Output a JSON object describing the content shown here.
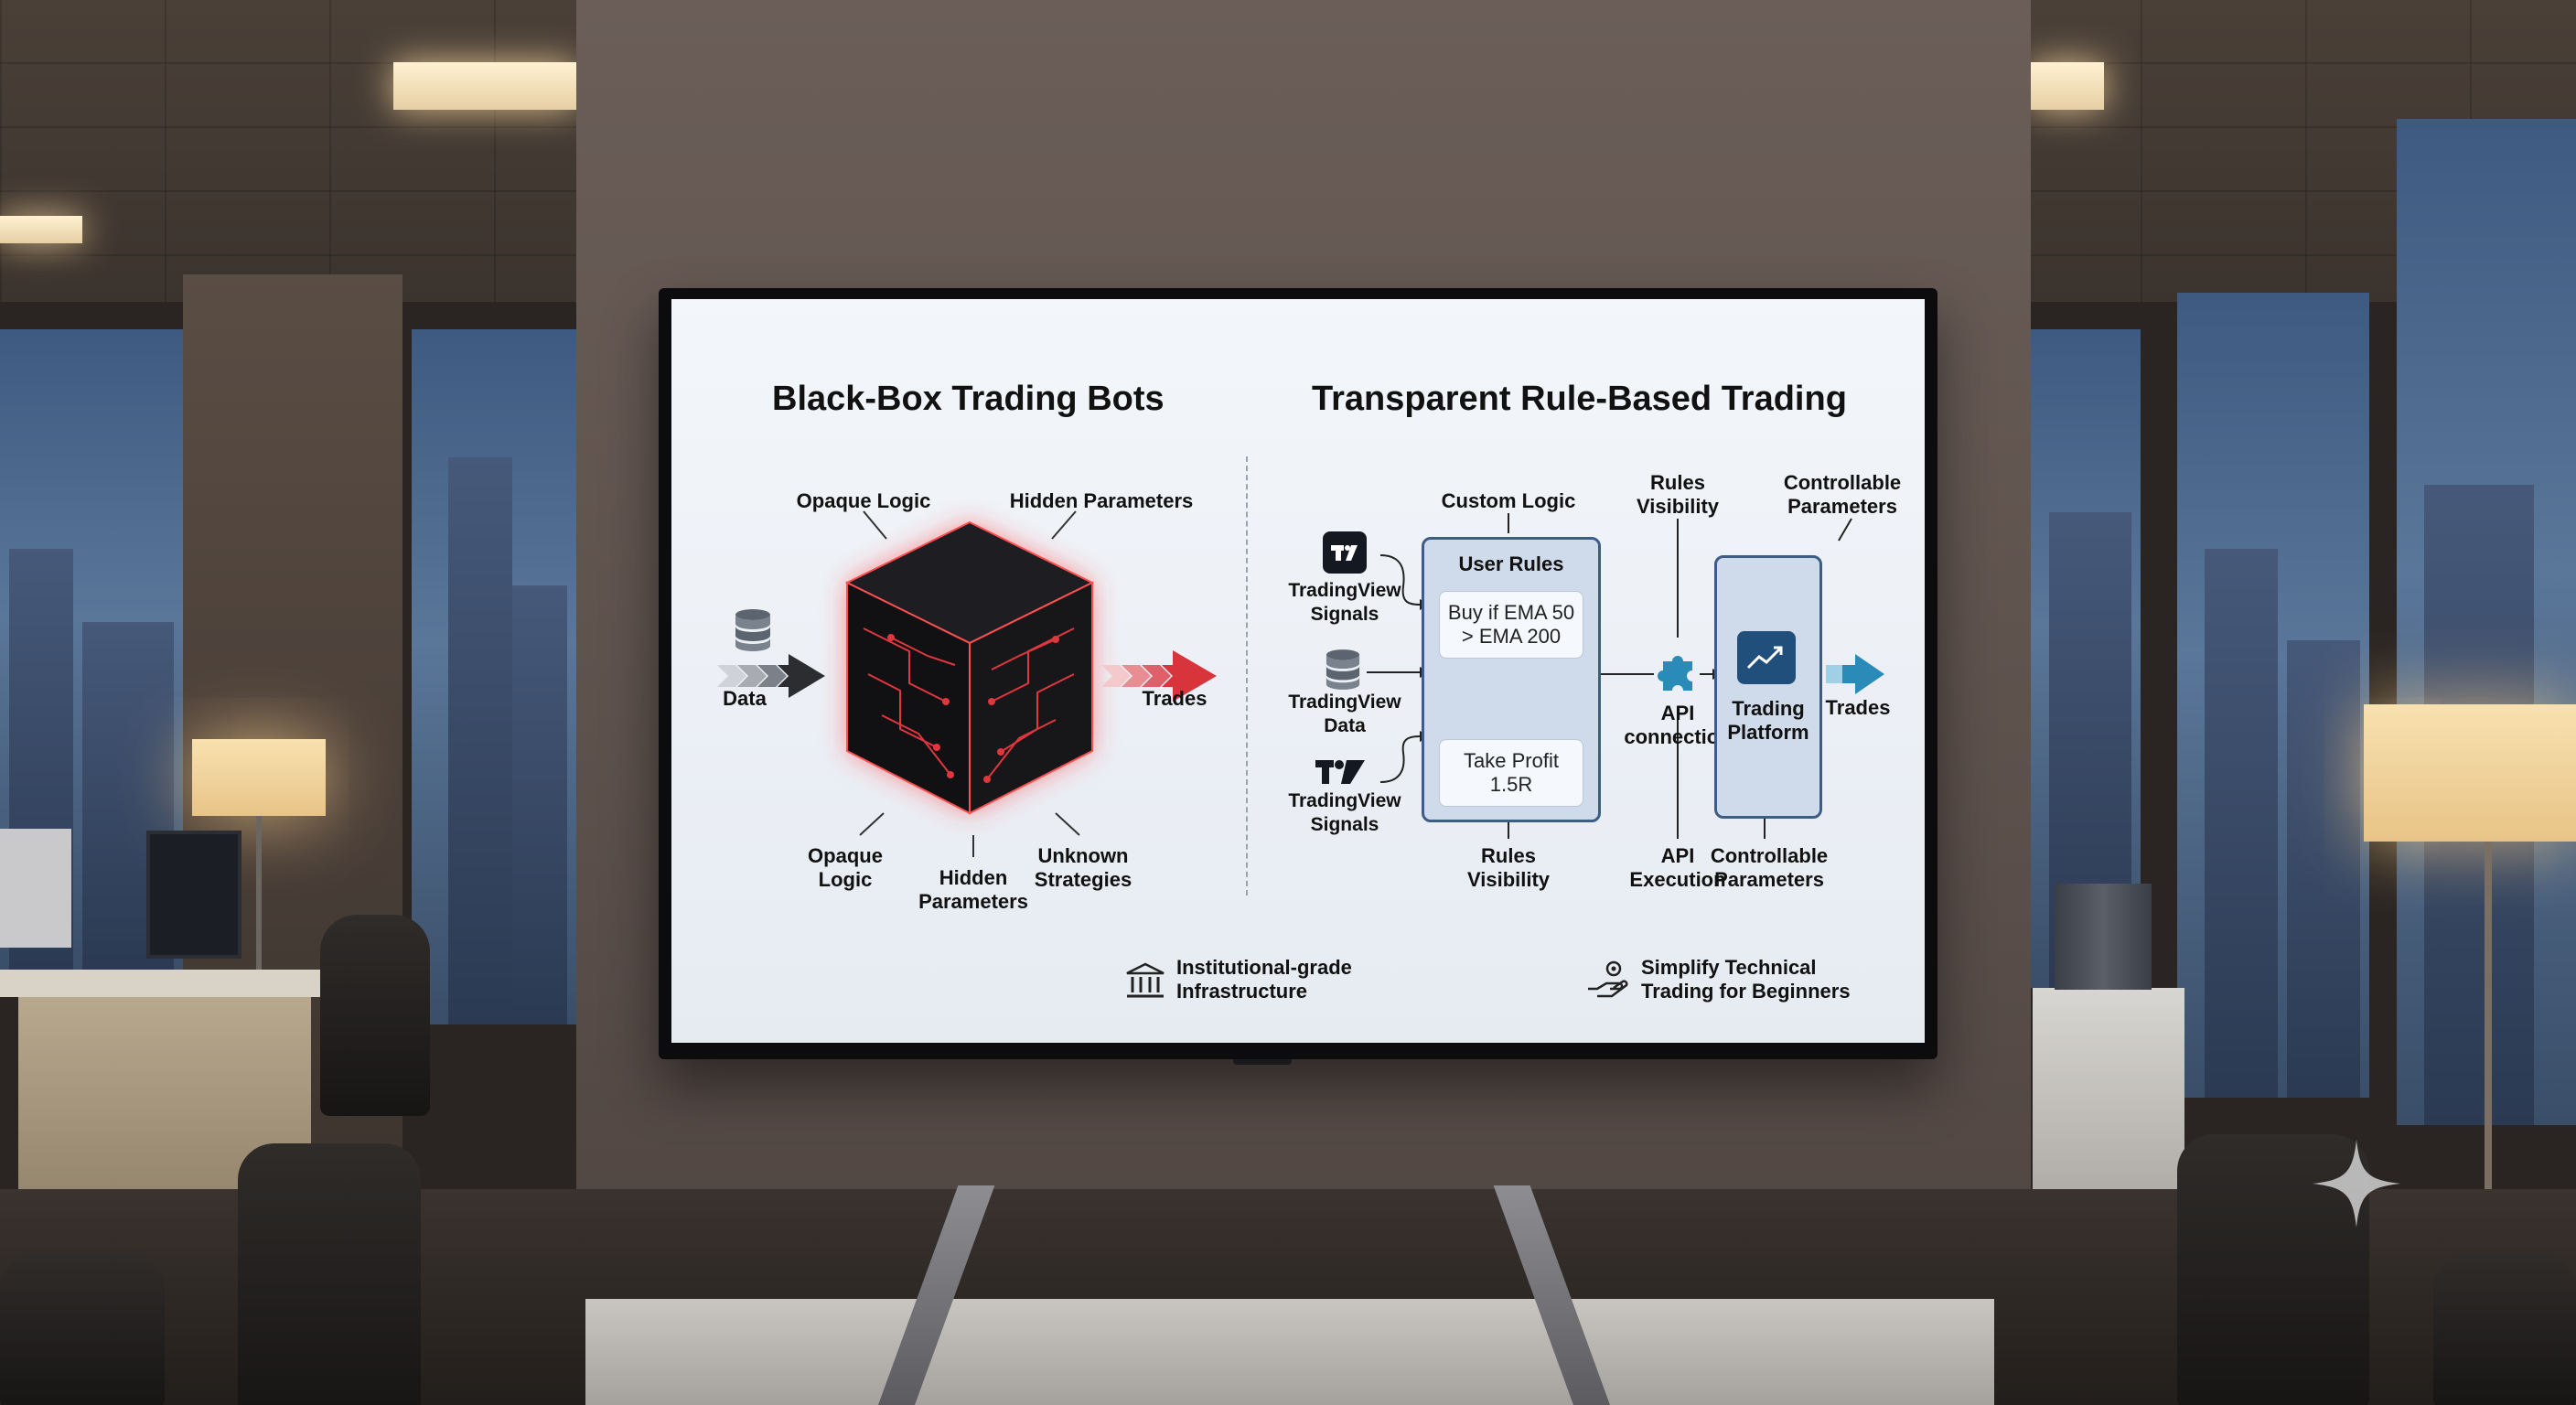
{
  "left_panel": {
    "title": "Black-Box Trading Bots",
    "opaque_logic_top": "Opaque Logic",
    "hidden_parameters_top": "Hidden Parameters",
    "data_label": "Data",
    "trades_label": "Trades",
    "opaque_logic_bottom": [
      "Opaque",
      "Logic"
    ],
    "hidden_parameters_bottom": [
      "Hidden",
      "Parameters"
    ],
    "unknown_strategies": [
      "Unknown",
      "Strategies"
    ]
  },
  "right_panel": {
    "title": "Transparent Rule-Based Trading",
    "custom_logic": "Custom Logic",
    "rules_visibility_top": [
      "Rules",
      "Visibility"
    ],
    "controllable_parameters_top": [
      "Controllable",
      "Parameters"
    ],
    "source_1": [
      "TradingView",
      "Signals"
    ],
    "source_2": [
      "TradingView",
      "Data"
    ],
    "source_3": [
      "TradingView",
      "Signals"
    ],
    "user_rules_title": "User Rules",
    "rule_1": [
      "Buy if EMA 50",
      "> EMA 200"
    ],
    "rule_2": [
      "Take Profit",
      "1.5R"
    ],
    "api_connection": [
      "API",
      "connection"
    ],
    "trading_platform": [
      "Trading",
      "Platform"
    ],
    "trades_label": "Trades",
    "rules_visibility_bottom": [
      "Rules",
      "Visibility"
    ],
    "api_execution": [
      "API",
      "Execution"
    ],
    "controllable_parameters_bottom": [
      "Controllable",
      "Parameters"
    ]
  },
  "footer": {
    "institutional": [
      "Institutional-grade",
      "Infrastructure"
    ],
    "simplify": [
      "Simplify Technical",
      "Trading for Beginners"
    ]
  },
  "colors": {
    "accent_red": "#d8343c",
    "accent_blue": "#2a8bb8",
    "panel_blue": "#3c5d86"
  },
  "icons": [
    "database-icon",
    "tradingview-logo-icon",
    "puzzle-icon",
    "chart-up-icon",
    "bank-icon",
    "hand-gear-icon",
    "sparkle-icon"
  ]
}
